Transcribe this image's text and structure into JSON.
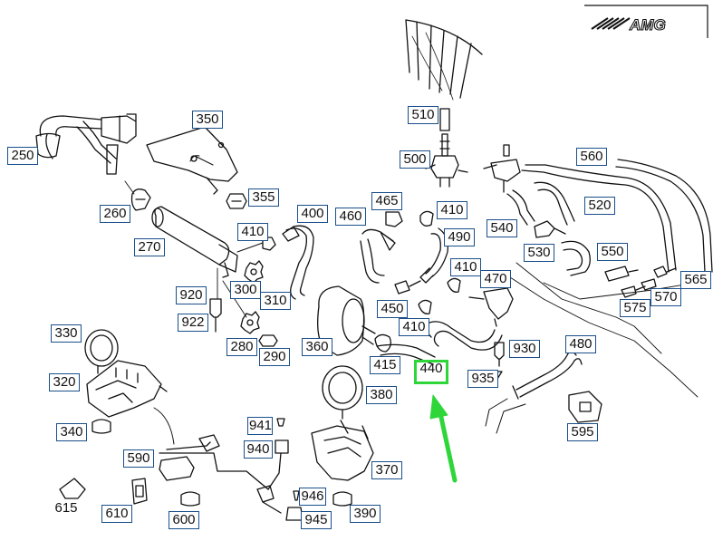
{
  "logo": {
    "text": "AMG"
  },
  "highlight_color": "#2fd63a",
  "label_border_color": "#1a4f8a",
  "callouts": [
    {
      "id": "250",
      "text": "250"
    },
    {
      "id": "350",
      "text": "350"
    },
    {
      "id": "355",
      "text": "355"
    },
    {
      "id": "260",
      "text": "260"
    },
    {
      "id": "270",
      "text": "270"
    },
    {
      "id": "410a",
      "text": "410"
    },
    {
      "id": "400",
      "text": "400"
    },
    {
      "id": "460",
      "text": "460"
    },
    {
      "id": "465",
      "text": "465"
    },
    {
      "id": "410b",
      "text": "410"
    },
    {
      "id": "490",
      "text": "490"
    },
    {
      "id": "510",
      "text": "510"
    },
    {
      "id": "500",
      "text": "500"
    },
    {
      "id": "560",
      "text": "560"
    },
    {
      "id": "520",
      "text": "520"
    },
    {
      "id": "540",
      "text": "540"
    },
    {
      "id": "530",
      "text": "530"
    },
    {
      "id": "550",
      "text": "550"
    },
    {
      "id": "565",
      "text": "565"
    },
    {
      "id": "570",
      "text": "570"
    },
    {
      "id": "575",
      "text": "575"
    },
    {
      "id": "920",
      "text": "920"
    },
    {
      "id": "300",
      "text": "300"
    },
    {
      "id": "310",
      "text": "310"
    },
    {
      "id": "922",
      "text": "922"
    },
    {
      "id": "280",
      "text": "280"
    },
    {
      "id": "290",
      "text": "290"
    },
    {
      "id": "360",
      "text": "360"
    },
    {
      "id": "410c",
      "text": "410"
    },
    {
      "id": "470",
      "text": "470"
    },
    {
      "id": "450",
      "text": "450"
    },
    {
      "id": "410d",
      "text": "410"
    },
    {
      "id": "415",
      "text": "415"
    },
    {
      "id": "440",
      "text": "440"
    },
    {
      "id": "930",
      "text": "930"
    },
    {
      "id": "480",
      "text": "480"
    },
    {
      "id": "935",
      "text": "935"
    },
    {
      "id": "595",
      "text": "595"
    },
    {
      "id": "330",
      "text": "330"
    },
    {
      "id": "320",
      "text": "320"
    },
    {
      "id": "340",
      "text": "340"
    },
    {
      "id": "380",
      "text": "380"
    },
    {
      "id": "941",
      "text": "941"
    },
    {
      "id": "940",
      "text": "940"
    },
    {
      "id": "590",
      "text": "590"
    },
    {
      "id": "370",
      "text": "370"
    },
    {
      "id": "615",
      "text": "615"
    },
    {
      "id": "610",
      "text": "610"
    },
    {
      "id": "600",
      "text": "600"
    },
    {
      "id": "946",
      "text": "946"
    },
    {
      "id": "945",
      "text": "945"
    },
    {
      "id": "390",
      "text": "390"
    }
  ]
}
